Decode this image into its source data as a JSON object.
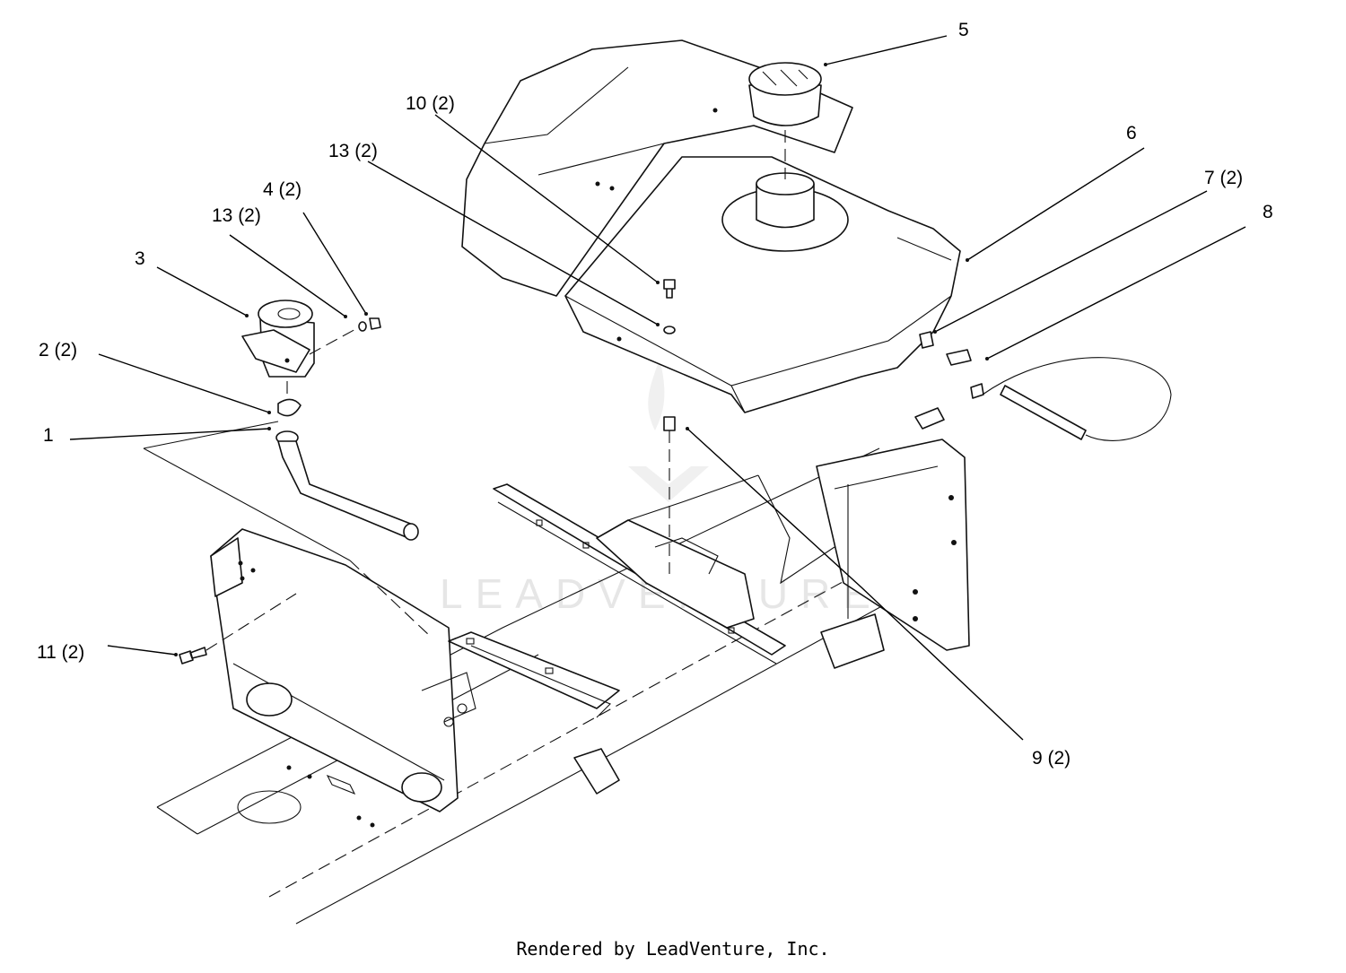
{
  "diagram": {
    "callouts": {
      "c5": "5",
      "c10": "10 (2)",
      "c13a": "13 (2)",
      "c6": "6",
      "c7": "7 (2)",
      "c8": "8",
      "c4": "4 (2)",
      "c13b": "13 (2)",
      "c3": "3",
      "c2": "2 (2)",
      "c1": "1",
      "c11": "11 (2)",
      "c9": "9 (2)"
    },
    "watermark": "LEADVENTURE"
  },
  "footer": {
    "credit": "Rendered by LeadVenture, Inc."
  }
}
